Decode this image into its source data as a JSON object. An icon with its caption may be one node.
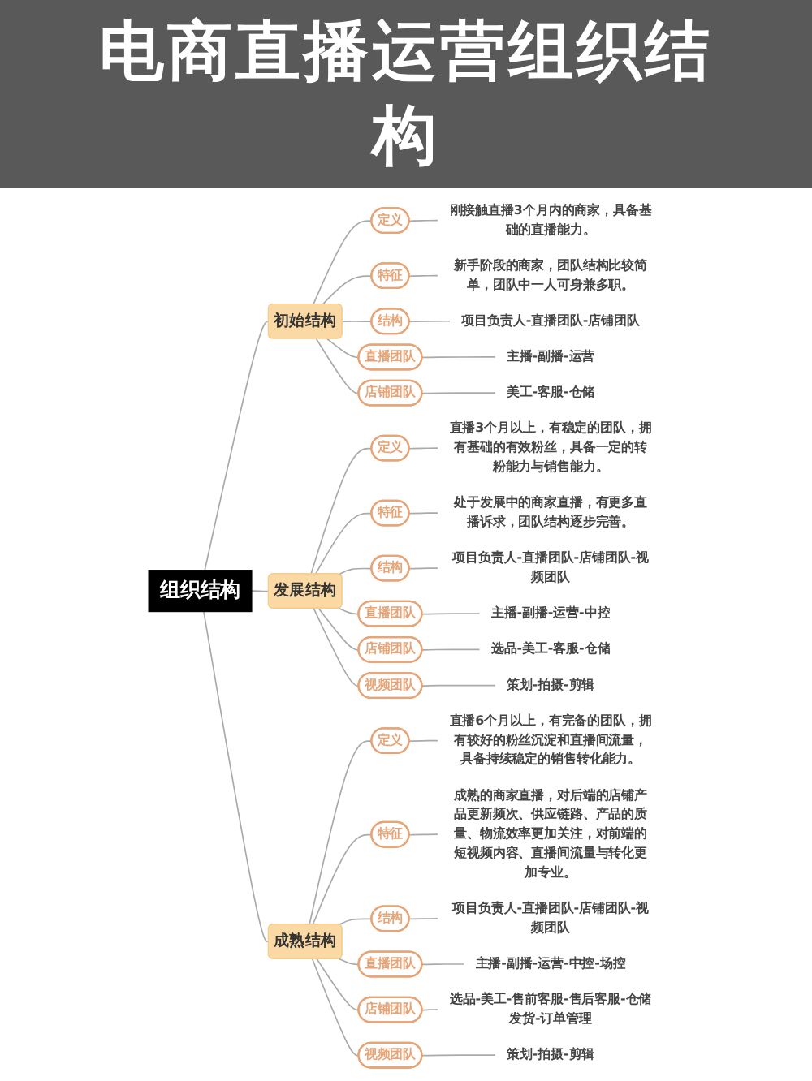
{
  "diagram": {
    "title": "电商直播运营组织结构",
    "nodes": [
      {
        "text": [
          "组织结构"
        ]
      },
      {
        "text": [
          "初始结构"
        ]
      },
      {
        "text": [
          "定义"
        ]
      },
      {
        "text": [
          "刚接触直播3个月内的商家，具备基础的直播能力。"
        ]
      },
      {
        "text": [
          "特征"
        ]
      },
      {
        "text": [
          "新手阶段的商家，团队结构比较简单，团队中一人可身兼多职。"
        ]
      },
      {
        "text": [
          "结构"
        ]
      },
      {
        "text": [
          "项目负责人-直播团队-店铺团队"
        ]
      },
      {
        "text": [
          "直播团队"
        ]
      },
      {
        "text": [
          "主播-副播-运营"
        ]
      },
      {
        "text": [
          "店铺团队"
        ]
      },
      {
        "text": [
          "美工-客服-仓储"
        ]
      },
      {
        "text": [
          "发展结构"
        ]
      },
      {
        "text": [
          "定义"
        ]
      },
      {
        "text": [
          "直播3个月以上，有稳定的团队，拥有基础的有效粉丝，具备一定的转粉能力与销售能力。"
        ]
      },
      {
        "text": [
          "特征"
        ]
      },
      {
        "text": [
          "处于发展中的商家直播，有更多直播诉求，团队结构逐步完善。"
        ]
      },
      {
        "text": [
          "结构"
        ]
      },
      {
        "text": [
          "项目负责人-直播团队-店铺团队-视频团队"
        ]
      },
      {
        "text": [
          "直播团队"
        ]
      },
      {
        "text": [
          "主播-副播-运营-中控"
        ]
      },
      {
        "text": [
          "店铺团队"
        ]
      },
      {
        "text": [
          "选品-美工-客服-仓储"
        ]
      },
      {
        "text": [
          "视频团队"
        ]
      },
      {
        "text": [
          "策划-拍摄-剪辑"
        ]
      },
      {
        "text": [
          "成熟结构"
        ]
      },
      {
        "text": [
          "定义"
        ]
      },
      {
        "text": [
          "直播6个月以上，有完备的团队，拥有较好的粉丝沉淀和直播间流量，具备持续稳定的销售转化能力。"
        ]
      },
      {
        "text": [
          "特征"
        ]
      },
      {
        "text": [
          "成熟的商家直播，对后端的店铺产品更新频次、供应链路、产品的质量、物流效率更加关注，对前端的短视频内容、直播间流量与转化更加专业。"
        ]
      },
      {
        "text": [
          "结构"
        ]
      },
      {
        "text": [
          "项目负责人-直播团队-店铺团队-视频团队"
        ]
      },
      {
        "text": [
          "直播团队"
        ]
      },
      {
        "text": [
          "主播-副播-运营-中控-场控"
        ]
      },
      {
        "text": [
          "店铺团队"
        ]
      },
      {
        "text": [
          "选品-美工-售前客服-售后客服-仓储发货-订单管理"
        ]
      },
      {
        "text": [
          "视频团队"
        ]
      },
      {
        "text": [
          "策划-拍摄-剪辑"
        ]
      }
    ],
    "edges": [
      {
        "from": 0,
        "to": 1,
        "arrow": "none"
      },
      {
        "from": 1,
        "to": 2,
        "arrow": "none"
      },
      {
        "from": 2,
        "to": 3,
        "arrow": "none"
      },
      {
        "from": 1,
        "to": 4,
        "arrow": "none"
      },
      {
        "from": 4,
        "to": 5,
        "arrow": "none"
      },
      {
        "from": 1,
        "to": 6,
        "arrow": "none"
      },
      {
        "from": 6,
        "to": 7,
        "arrow": "none"
      },
      {
        "from": 1,
        "to": 8,
        "arrow": "none"
      },
      {
        "from": 8,
        "to": 9,
        "arrow": "none"
      },
      {
        "from": 1,
        "to": 10,
        "arrow": "none"
      },
      {
        "from": 10,
        "to": 11,
        "arrow": "none"
      },
      {
        "from": 0,
        "to": 12,
        "arrow": "none"
      },
      {
        "from": 12,
        "to": 13,
        "arrow": "none"
      },
      {
        "from": 13,
        "to": 14,
        "arrow": "none"
      },
      {
        "from": 12,
        "to": 15,
        "arrow": "none"
      },
      {
        "from": 15,
        "to": 16,
        "arrow": "none"
      },
      {
        "from": 12,
        "to": 17,
        "arrow": "none"
      },
      {
        "from": 17,
        "to": 18,
        "arrow": "none"
      },
      {
        "from": 12,
        "to": 19,
        "arrow": "none"
      },
      {
        "from": 19,
        "to": 20,
        "arrow": "none"
      },
      {
        "from": 12,
        "to": 21,
        "arrow": "none"
      },
      {
        "from": 21,
        "to": 22,
        "arrow": "none"
      },
      {
        "from": 12,
        "to": 23,
        "arrow": "none"
      },
      {
        "from": 23,
        "to": 24,
        "arrow": "none"
      },
      {
        "from": 0,
        "to": 25,
        "arrow": "none"
      },
      {
        "from": 25,
        "to": 26,
        "arrow": "none"
      },
      {
        "from": 26,
        "to": 27,
        "arrow": "none"
      },
      {
        "from": 25,
        "to": 28,
        "arrow": "none"
      },
      {
        "from": 28,
        "to": 29,
        "arrow": "none"
      },
      {
        "from": 25,
        "to": 30,
        "arrow": "none"
      },
      {
        "from": 30,
        "to": 31,
        "arrow": "none"
      },
      {
        "from": 25,
        "to": 32,
        "arrow": "none"
      },
      {
        "from": 32,
        "to": 33,
        "arrow": "none"
      },
      {
        "from": 25,
        "to": 34,
        "arrow": "none"
      },
      {
        "from": 34,
        "to": 35,
        "arrow": "none"
      },
      {
        "from": 25,
        "to": 36,
        "arrow": "none"
      },
      {
        "from": 36,
        "to": 37,
        "arrow": "none"
      }
    ]
  }
}
